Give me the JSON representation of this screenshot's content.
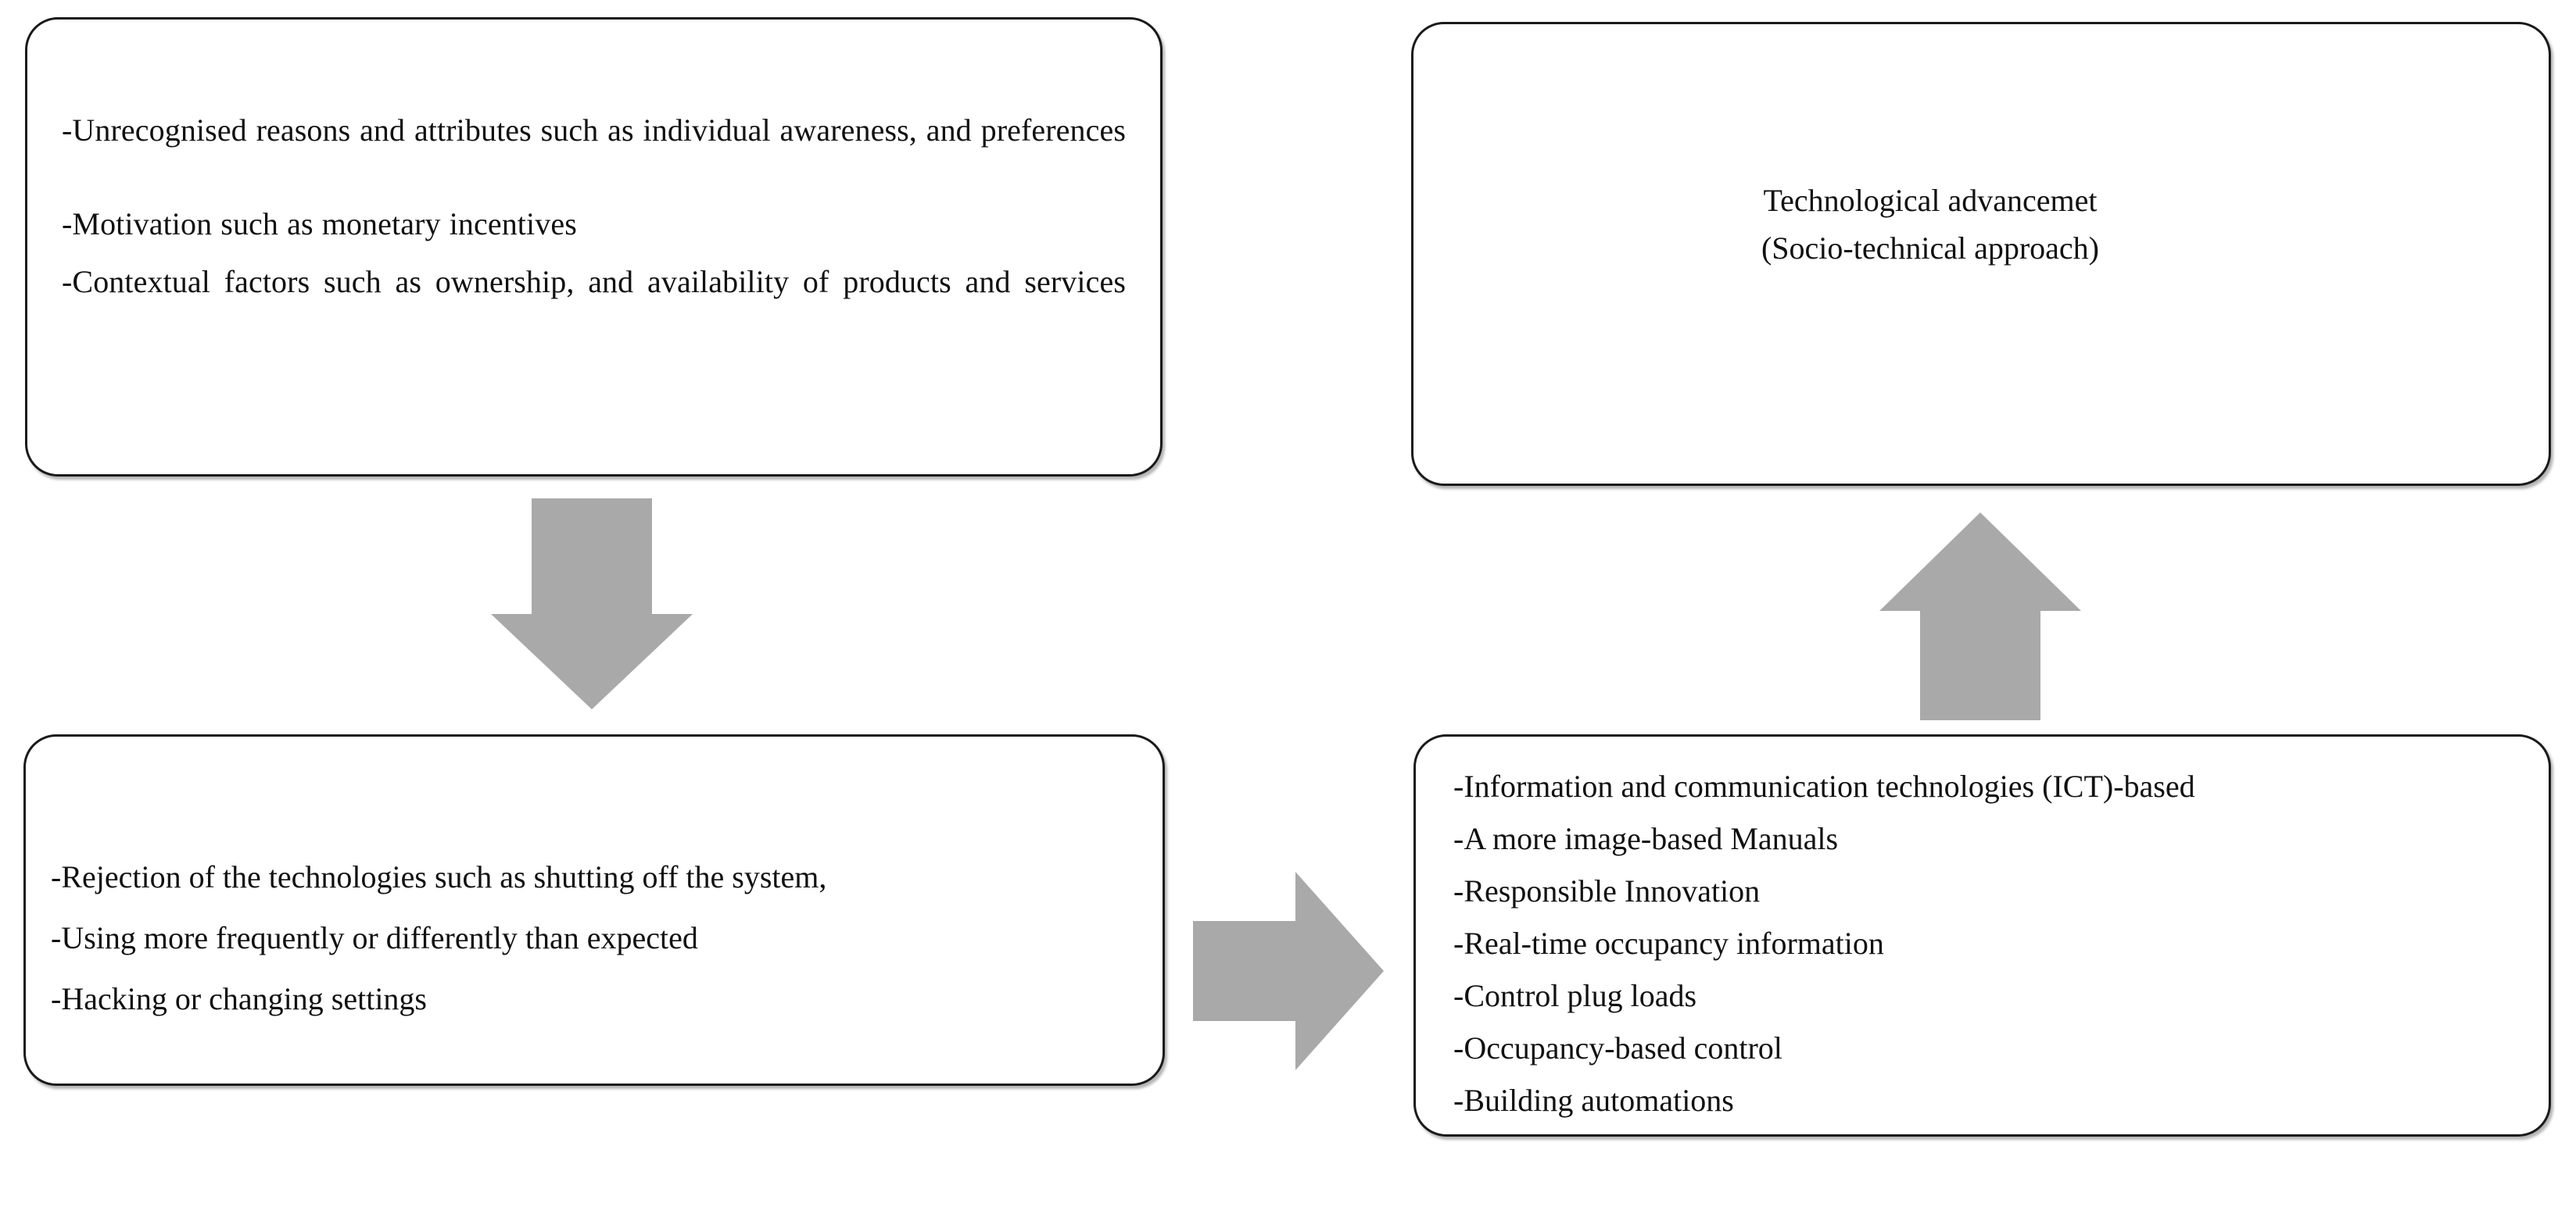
{
  "diagram": {
    "title": "Occupant behaviour and technology adoption flow",
    "colors": {
      "box_border": "#1a1a1a",
      "box_fill": "#ffffff",
      "arrow_fill": "#a9a9a9",
      "text": "#111111",
      "background": "#ffffff"
    }
  },
  "boxes": {
    "drivers": {
      "name": "Unrecognised drivers and contextual factors",
      "paragraphs": [
        "-Unrecognised reasons and attributes such as individual awareness, and preferences",
        "-Motivation such as monetary incentives",
        "-Contextual factors such as ownership, and availability of products and services"
      ]
    },
    "technological_advancement": {
      "name": "Technological advancement",
      "lines": [
        "Technological advancemet",
        "(Socio-technical approach)"
      ]
    },
    "behaviours": {
      "name": "Rejection and misuse behaviours",
      "items": [
        "-Rejection of the technologies such as shutting off the system,",
        "-Using more frequently or differently than expected",
        "-Hacking or changing settings"
      ]
    },
    "solutions": {
      "name": "Technology-based solutions",
      "items": [
        "-Information and communication technologies (ICT)-based",
        "-A more image-based Manuals",
        "-Responsible Innovation",
        "-Real-time occupancy information",
        "-Control plug loads",
        "-Occupancy-based control",
        "-Building automations"
      ]
    }
  },
  "arrows": [
    {
      "name": "arrow-down-drivers-to-behaviours",
      "direction": "down",
      "from": "drivers",
      "to": "behaviours",
      "color": "#a9a9a9"
    },
    {
      "name": "arrow-right-behaviours-to-solutions",
      "direction": "right",
      "from": "behaviours",
      "to": "solutions",
      "color": "#a9a9a9"
    },
    {
      "name": "arrow-up-solutions-to-technological-advancement",
      "direction": "up",
      "from": "solutions",
      "to": "technological_advancement",
      "color": "#a9a9a9"
    }
  ]
}
